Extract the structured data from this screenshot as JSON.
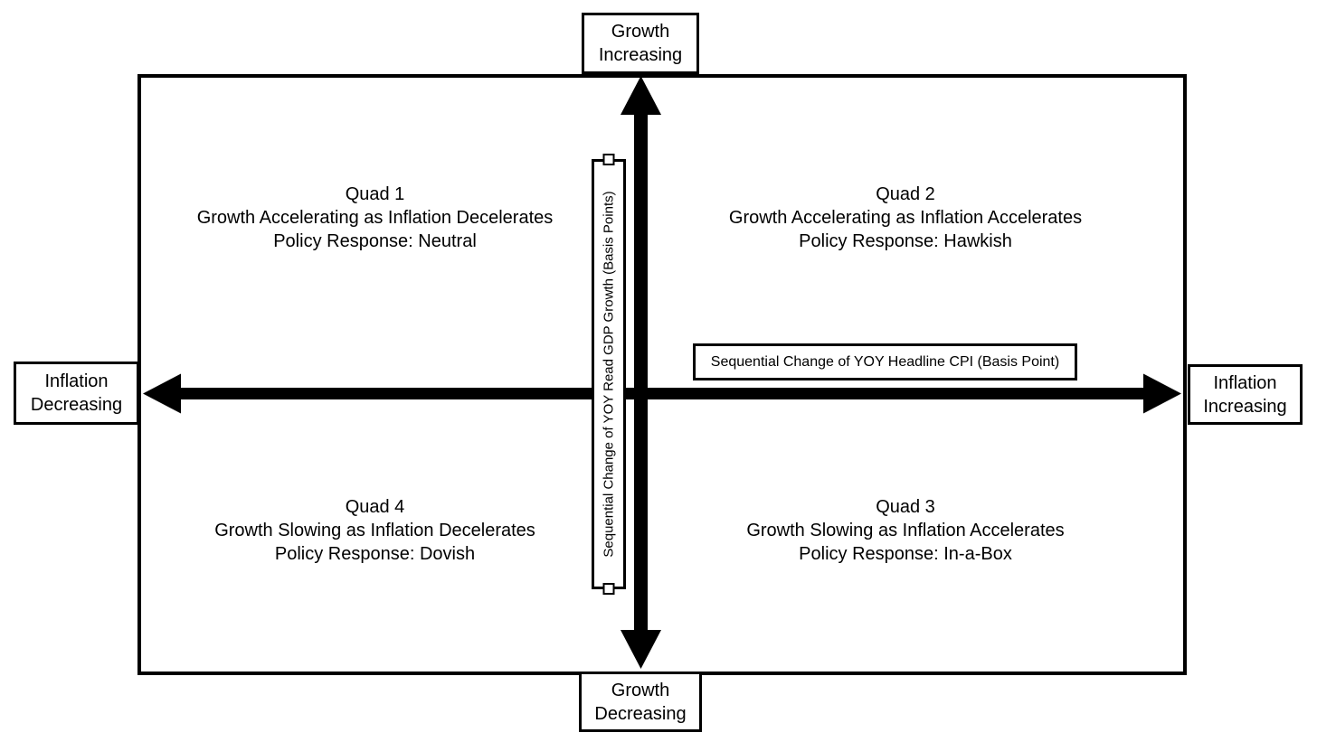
{
  "diagram": {
    "title_semantic": "Growth and Inflation Quadrant Framework",
    "colors": {
      "stroke": "#000000",
      "background": "#ffffff"
    },
    "poles": {
      "top": {
        "line1": "Growth",
        "line2": "Increasing"
      },
      "bottom": {
        "line1": "Growth",
        "line2": "Decreasing"
      },
      "left": {
        "line1": "Inflation",
        "line2": "Decreasing"
      },
      "right": {
        "line1": "Inflation",
        "line2": "Increasing"
      }
    },
    "axes": {
      "vertical_label": "Sequential Change of YOY Read GDP Growth (Basis Points)",
      "horizontal_label": "Sequential Change of YOY Headline CPI (Basis Point)"
    },
    "quadrants": [
      {
        "title": "Quad 1",
        "description": "Growth Accelerating as Inflation Decelerates",
        "policy": "Policy Response: Neutral"
      },
      {
        "title": "Quad 2",
        "description": "Growth Accelerating as Inflation Accelerates",
        "policy": "Policy Response: Hawkish"
      },
      {
        "title": "Quad 3",
        "description": "Growth Slowing as Inflation Accelerates",
        "policy": "Policy Response: In-a-Box"
      },
      {
        "title": "Quad 4",
        "description": "Growth Slowing as Inflation Decelerates",
        "policy": "Policy Response: Dovish"
      }
    ]
  }
}
